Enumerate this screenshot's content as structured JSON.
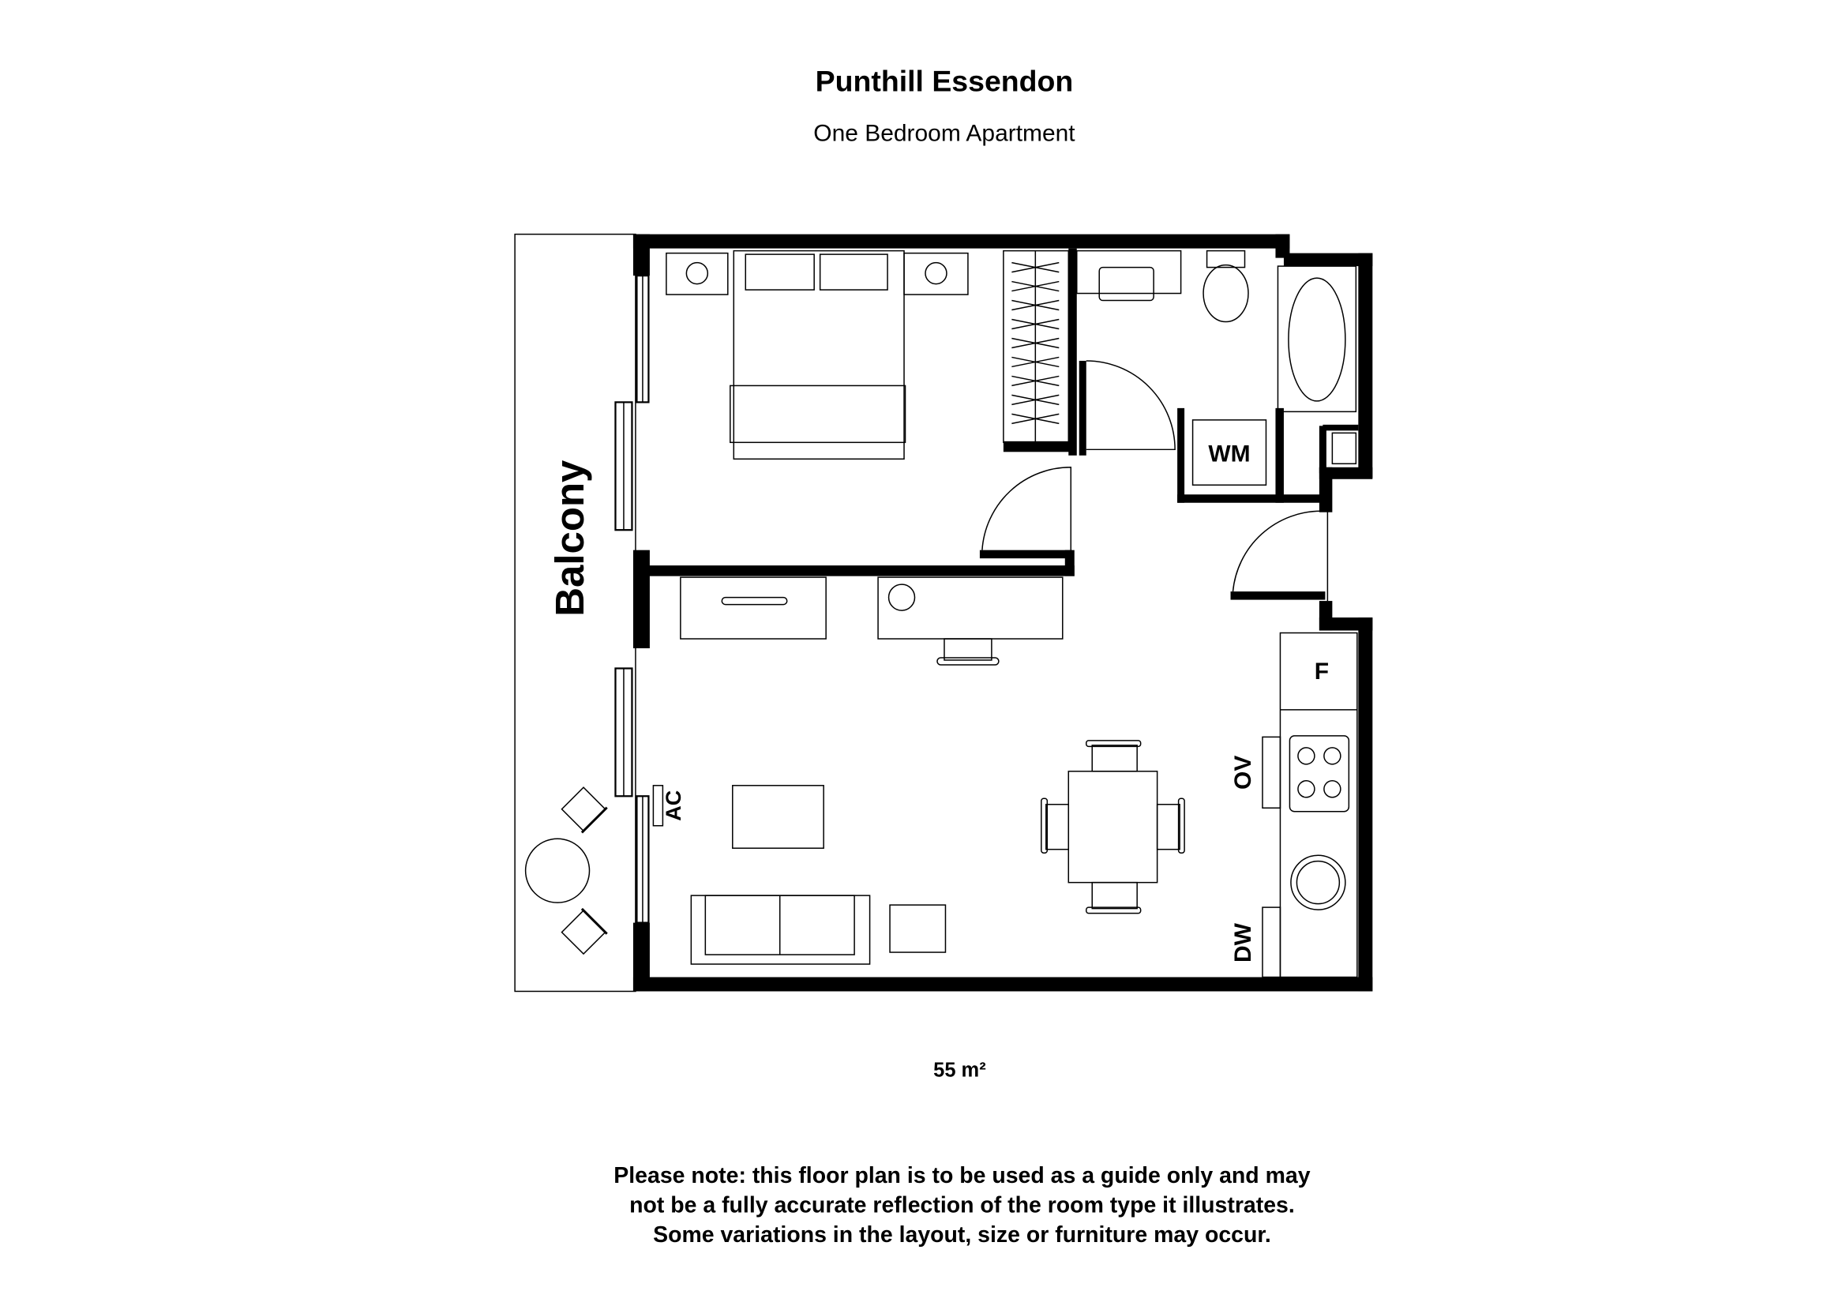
{
  "header": {
    "title": "Punthill Essendon",
    "subtitle": "One Bedroom Apartment"
  },
  "plan": {
    "labels": {
      "balcony": "Balcony",
      "washing_machine": "WM",
      "fridge": "F",
      "oven": "OV",
      "dishwasher": "DW",
      "air_conditioner": "AC"
    }
  },
  "area": "55  m²",
  "disclaimer": {
    "lines": [
      "Please note: this floor plan is to be used as a guide only and may",
      "not be a fully accurate reflection of the room type it illustrates.",
      "Some variations in the layout, size or furniture may occur."
    ]
  }
}
